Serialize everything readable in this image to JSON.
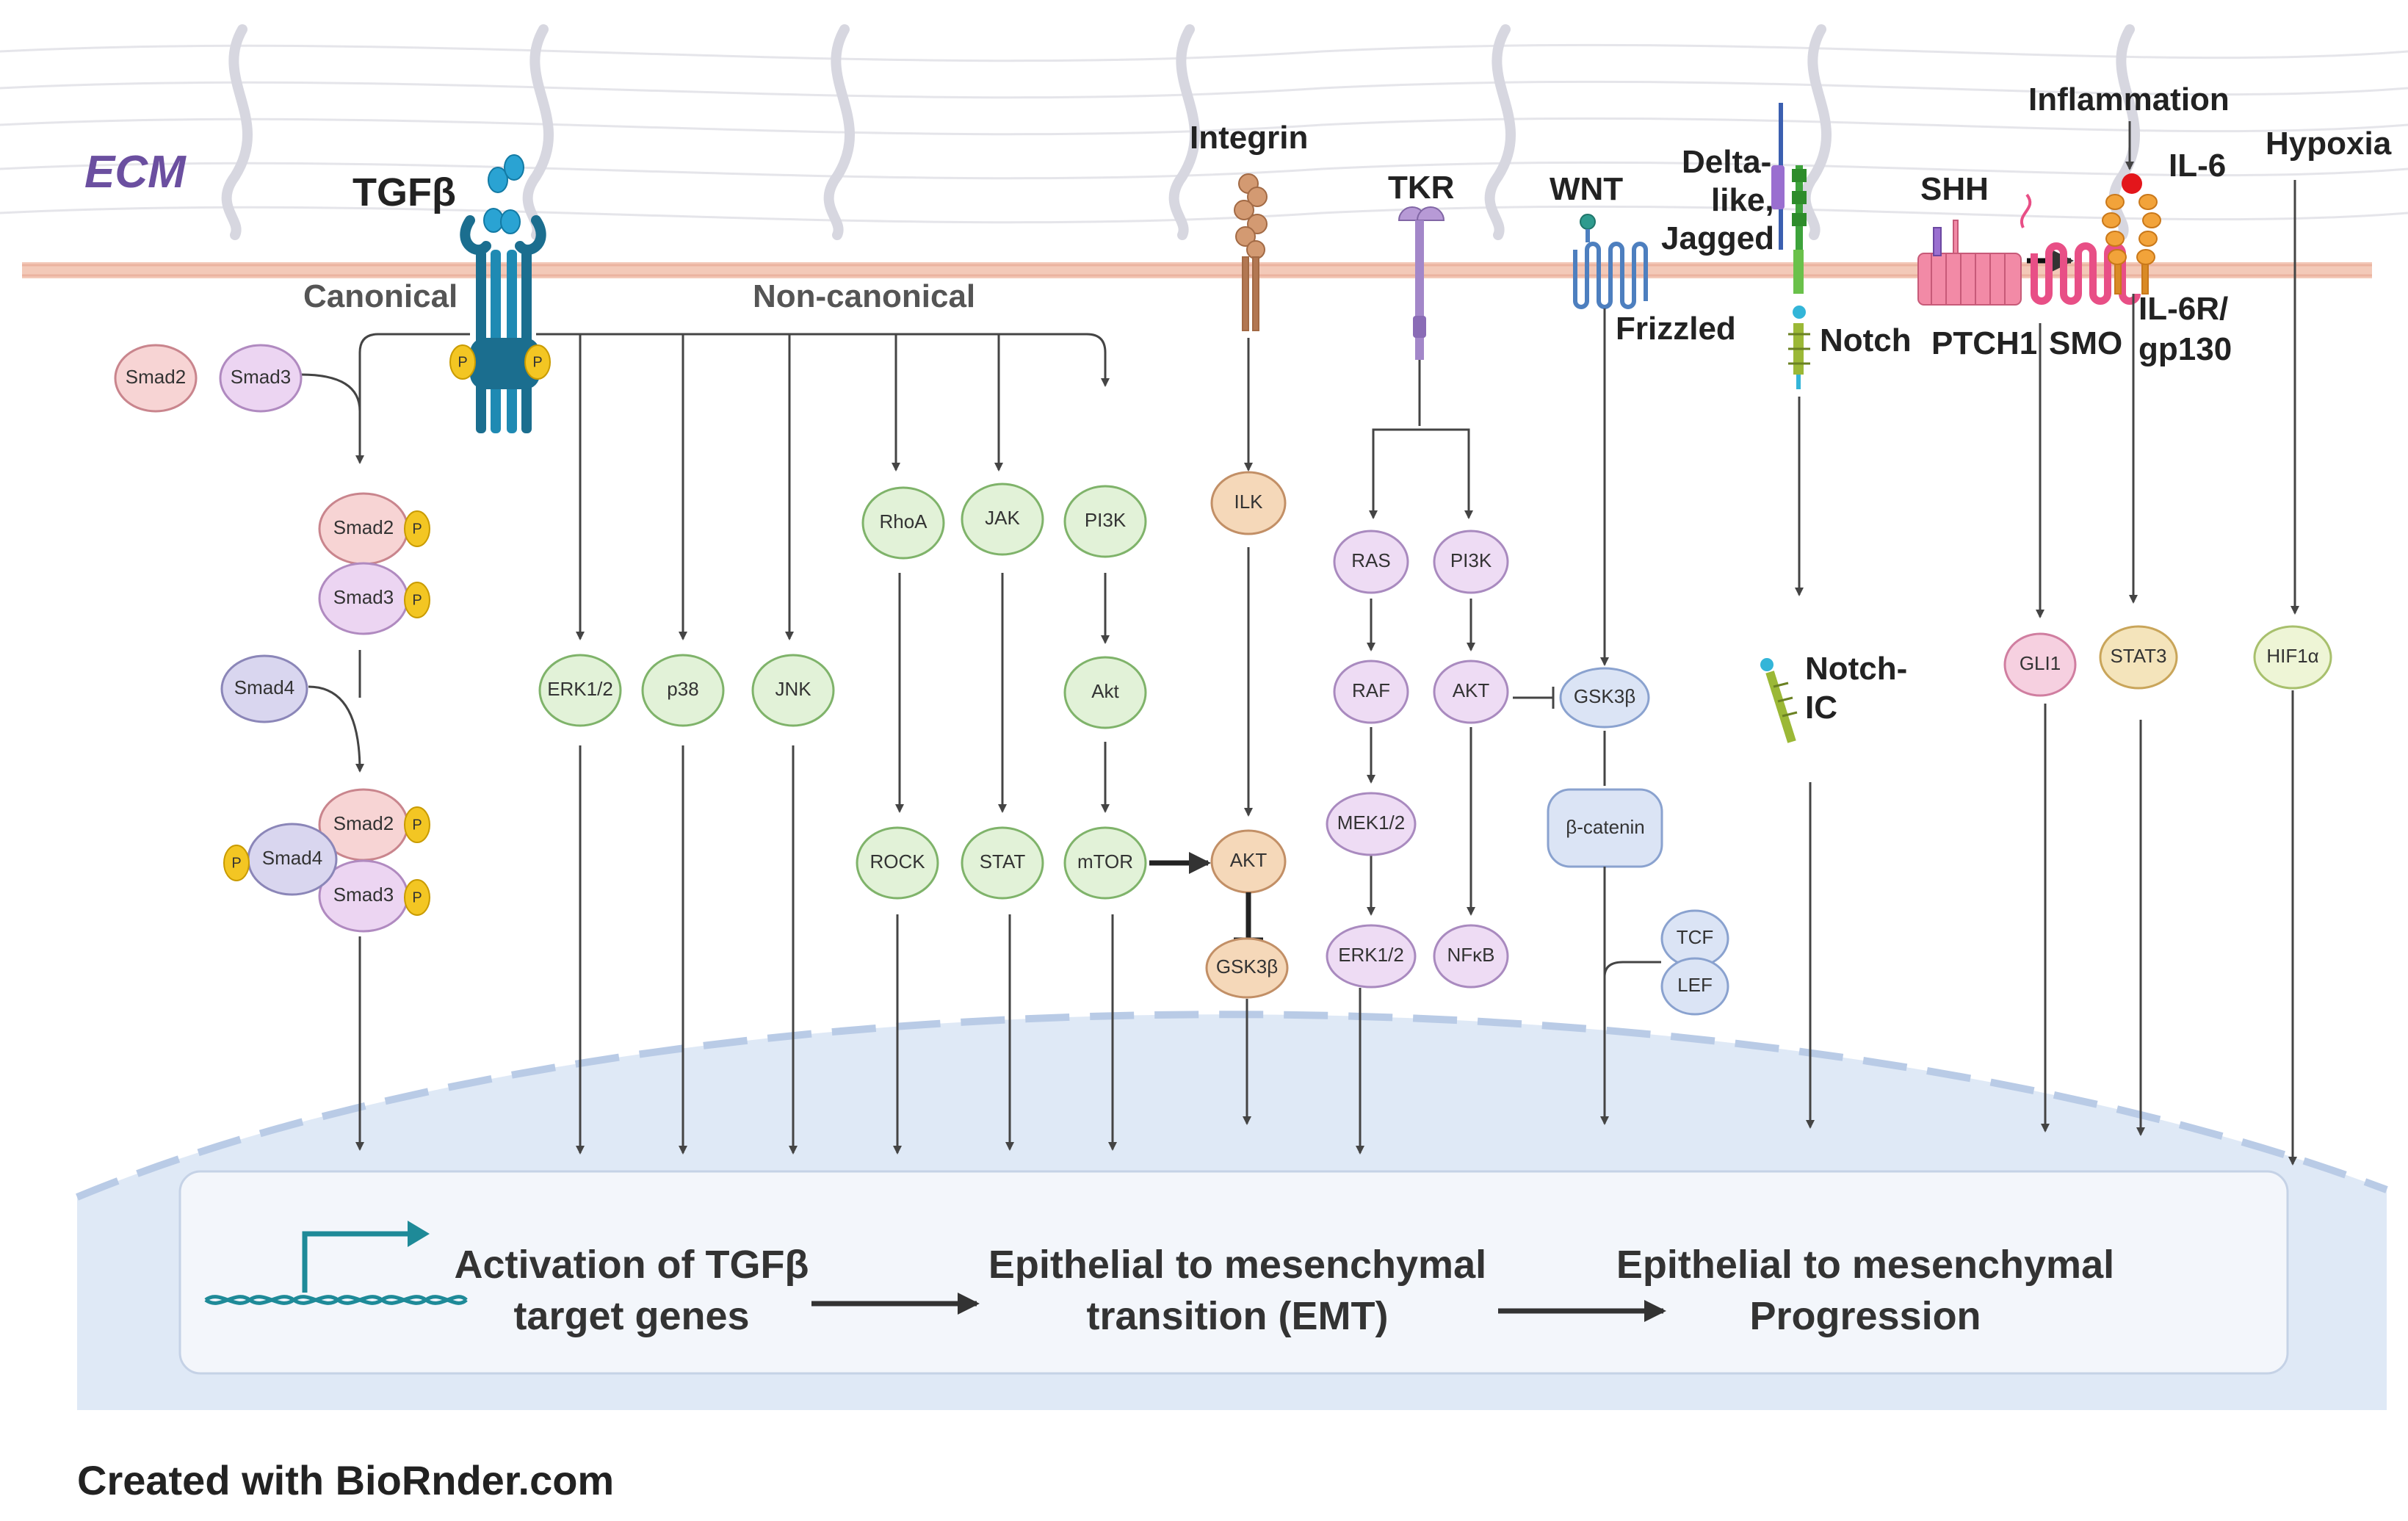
{
  "labels": {
    "ecm": "ECM",
    "tgfb": "TGFβ",
    "canonical": "Canonical",
    "noncanonical": "Non-canonical",
    "integrin": "Integrin",
    "tkr": "TKR",
    "wnt": "WNT",
    "delta_line1": "Delta-",
    "delta_line2": "like,",
    "delta_line3": "Jagged",
    "frizzled": "Frizzled",
    "notch": "Notch",
    "shh": "SHH",
    "ptch1": "PTCH1",
    "smo": "SMO",
    "inflammation": "Inflammation",
    "il6": "IL-6",
    "il6r_line1": "IL-6R/",
    "il6r_line2": "gp130",
    "hypoxia": "Hypoxia",
    "notchic_line1": "Notch-",
    "notchic_line2": "IC",
    "phospho": "P"
  },
  "nodes": {
    "smad2": "Smad2",
    "smad3": "Smad3",
    "smad4": "Smad4",
    "erk12": "ERK1/2",
    "p38": "p38",
    "jnk": "JNK",
    "rhoa": "RhoA",
    "jak": "JAK",
    "pi3k": "PI3K",
    "akt_lower": "Akt",
    "rock": "ROCK",
    "stat": "STAT",
    "mtor": "mTOR",
    "ilk": "ILK",
    "akt": "AKT",
    "gsk3b": "GSK3β",
    "ras": "RAS",
    "raf": "RAF",
    "mek12": "MEK1/2",
    "pi3k_tkr": "PI3K",
    "akt_tkr": "AKT",
    "nfkb": "NFκB",
    "beta_catenin": "β-catenin",
    "tcf": "TCF",
    "lef": "LEF",
    "gli1": "GLI1",
    "stat3": "STAT3",
    "hif1a": "HIF1α"
  },
  "outcome": {
    "step1_line1": "Activation of TGFβ",
    "step1_line2": "target genes",
    "step2_line1": "Epithelial to mesenchymal",
    "step2_line2": "transition (EMT)",
    "step3_line1": "Epithelial to mesenchymal",
    "step3_line2": "Progression"
  },
  "credit": "Created with BioRnder.com",
  "colors": {
    "ecm_text": "#6b4fa0",
    "membrane": "#f3c9b8",
    "nucleus": "#dfe9f6",
    "smad2_fill": "#f7d4d4",
    "smad3_fill": "#ecd5f2",
    "smad4_fill": "#d9d6ef",
    "green_fill": "#e2f2d8",
    "tan_fill": "#f5d8b9",
    "purple_fill": "#eedcf4",
    "blue_fill": "#dbe4f5",
    "pink_fill": "#f6d0e0",
    "yellow_fill": "#f4e4bb",
    "lime_fill": "#eef5d6",
    "phospho": "#f3c623"
  }
}
